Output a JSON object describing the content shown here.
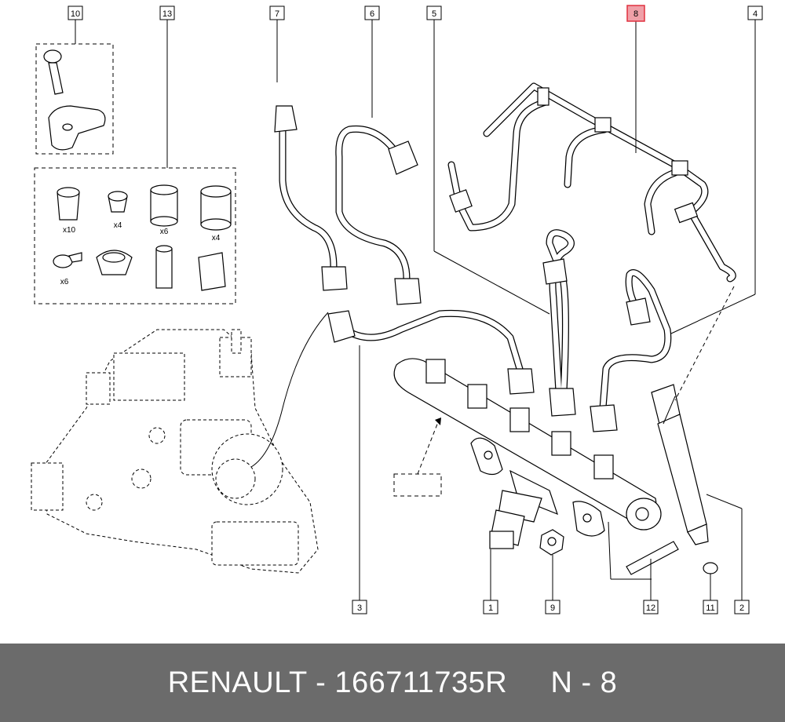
{
  "colors": {
    "footer_bg": "#6b6b6b",
    "footer_text": "#ffffff",
    "highlight": "#f0a0a8"
  },
  "callouts": {
    "c10": "10",
    "c13": "13",
    "c7": "7",
    "c6": "6",
    "c5": "5",
    "c8": "8",
    "c4": "4",
    "c3": "3",
    "c1": "1",
    "c9": "9",
    "c12": "12",
    "c11": "11",
    "c2": "2"
  },
  "kit_quantities": {
    "q1": "x10",
    "q2": "x4",
    "q3": "x6",
    "q4": "x4",
    "q5": "x6"
  },
  "footer": {
    "text": "RENAULT - 166711735R     N - 8"
  }
}
